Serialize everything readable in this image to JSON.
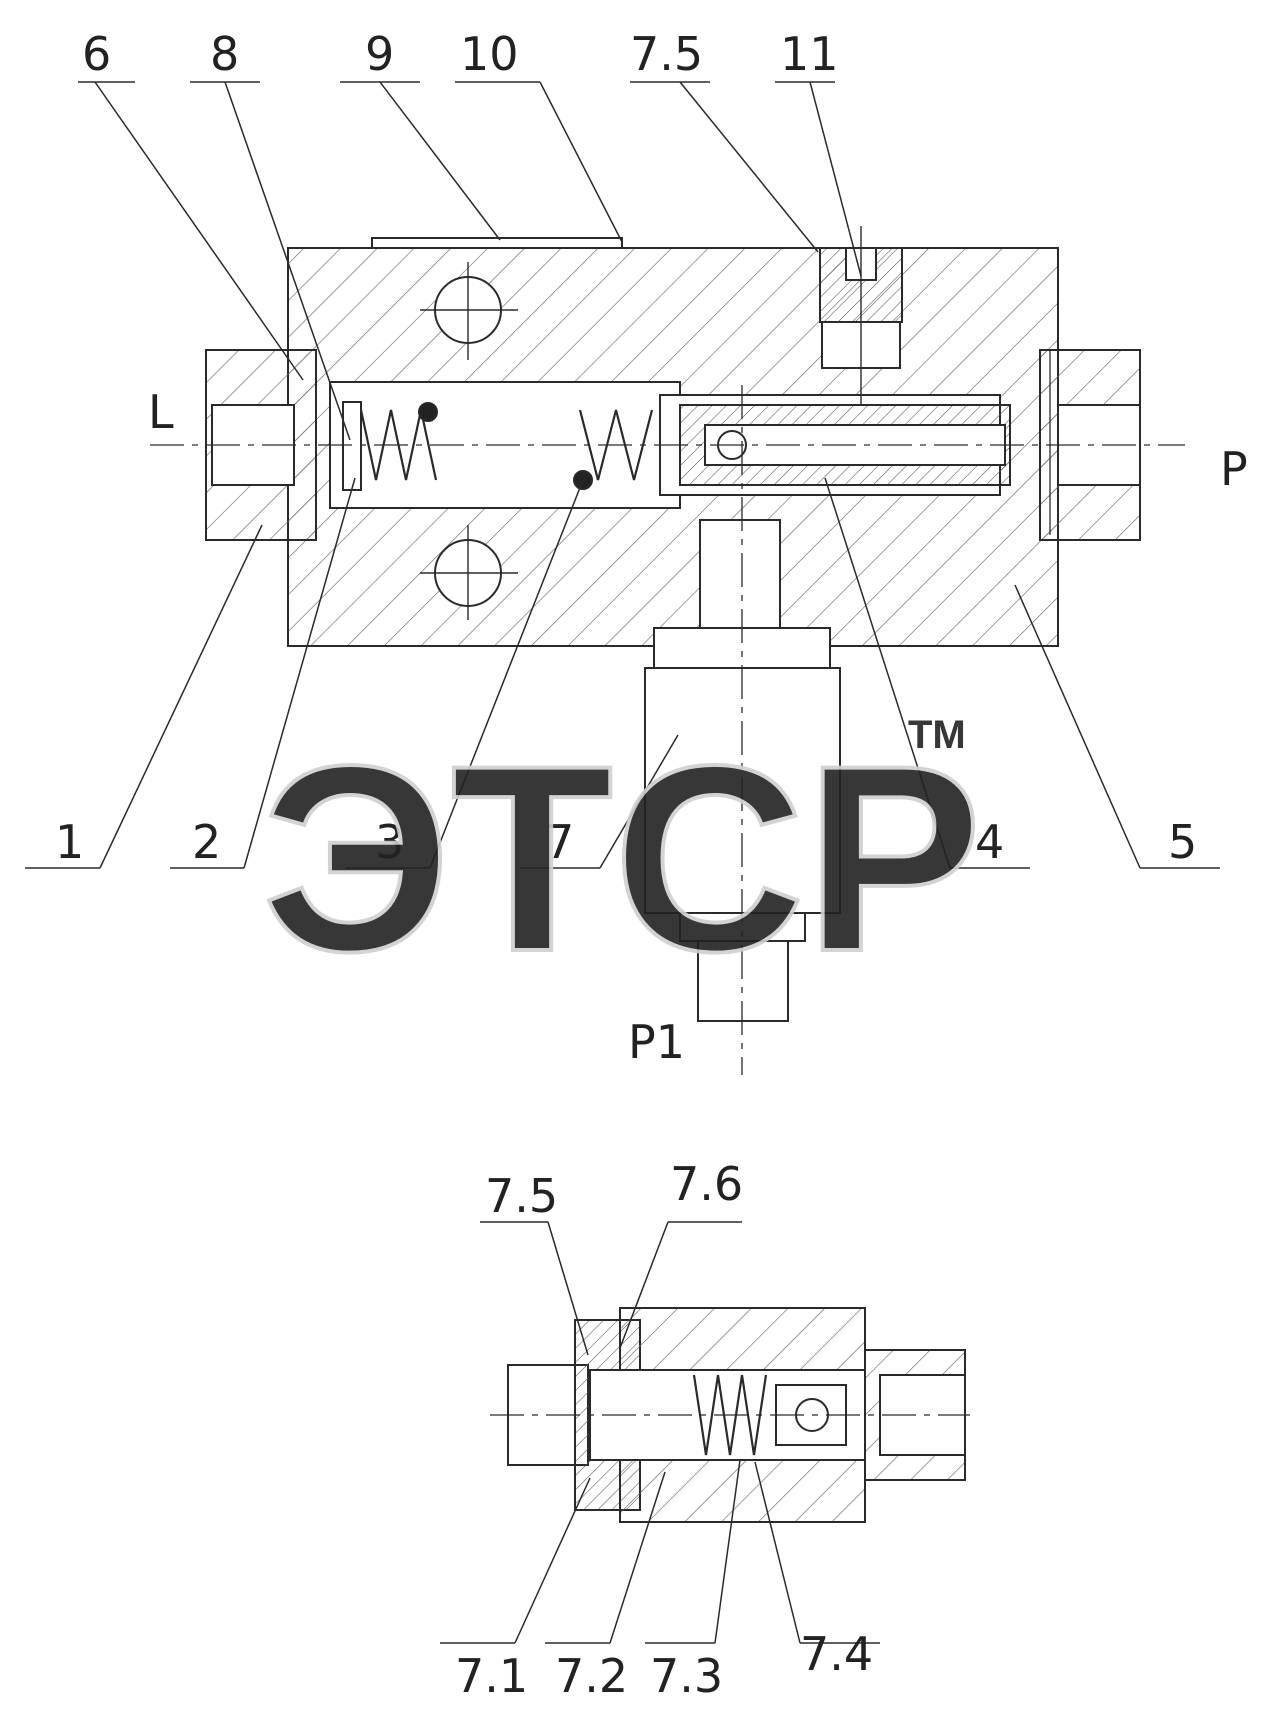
{
  "callouts_main": [
    "6",
    "8",
    "9",
    "10",
    "7.5",
    "11",
    "1",
    "2",
    "3",
    "7",
    "4",
    "5"
  ],
  "callouts_detail": [
    "7.5",
    "7.6",
    "7.1",
    "7.2",
    "7.3",
    "7.4"
  ],
  "ports": {
    "left": "L",
    "right": "P",
    "bottom": "P1"
  },
  "watermark": {
    "text": "ЭТСР",
    "trademark": "TM"
  },
  "colors": {
    "line": "#2a2a2a",
    "hatch": "#6a6a6a",
    "watermark": "#d9d9d9",
    "background": "#ffffff"
  }
}
